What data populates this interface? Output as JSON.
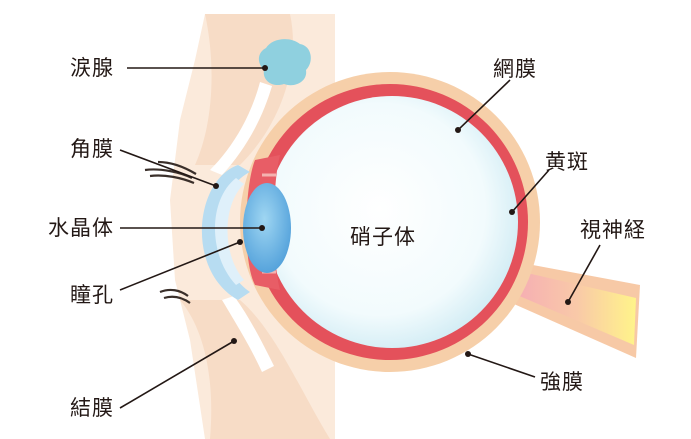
{
  "diagram": {
    "labels": {
      "lacrimal_gland": "涙腺",
      "cornea": "角膜",
      "lens": "水晶体",
      "pupil": "瞳孔",
      "conjunctiva": "結膜",
      "retina": "網膜",
      "macula": "黄斑",
      "optic_nerve": "視神経",
      "vitreous_body": "硝子体",
      "sclera": "強膜"
    }
  }
}
